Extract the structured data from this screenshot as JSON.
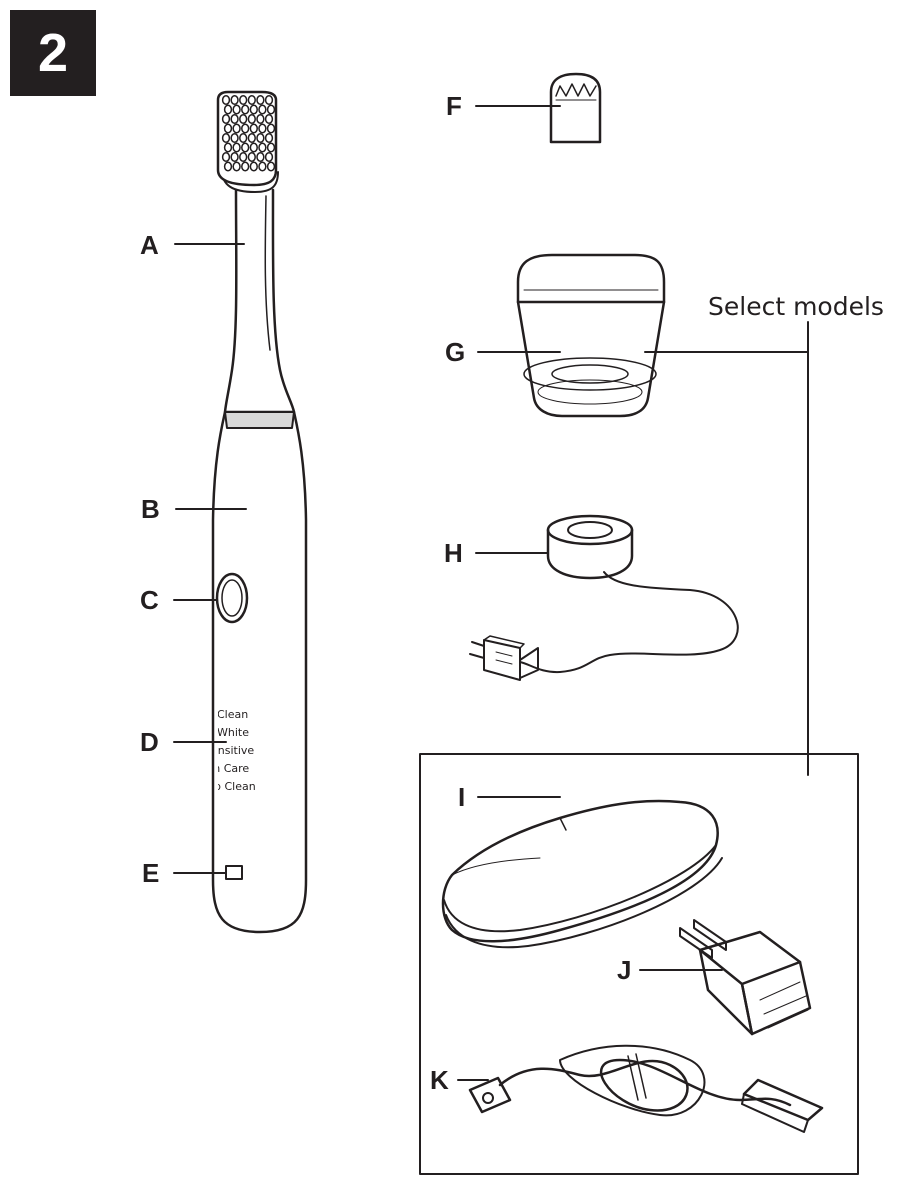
{
  "figure_number": "2",
  "note": "Select models",
  "labels": {
    "A": "A",
    "B": "B",
    "C": "C",
    "D": "D",
    "E": "E",
    "F": "F",
    "G": "G",
    "H": "H",
    "I": "I",
    "J": "J",
    "K": "K"
  },
  "modes": [
    "Clean",
    "White",
    "Sensitive",
    "Gum Care",
    "Deep Clean"
  ],
  "colors": {
    "ink": "#231f20",
    "paper": "#ffffff"
  }
}
